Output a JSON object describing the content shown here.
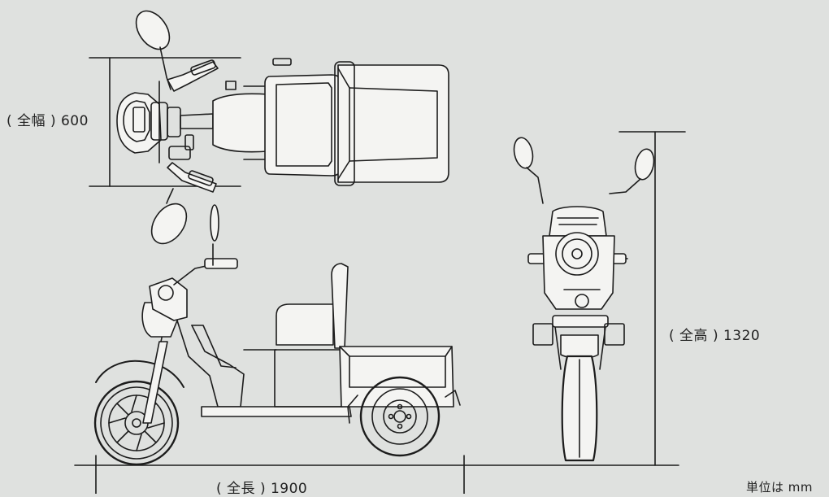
{
  "dimensions": {
    "width": {
      "label": "( 全幅 ) 600"
    },
    "height": {
      "label": "( 全高 ) 1320"
    },
    "length": {
      "label": "( 全長 ) 1900"
    }
  },
  "unit_note": "単位は mm",
  "colors": {
    "background": "#dfe1df",
    "line": "#1c1c1c",
    "fill": "#f4f4f2"
  }
}
